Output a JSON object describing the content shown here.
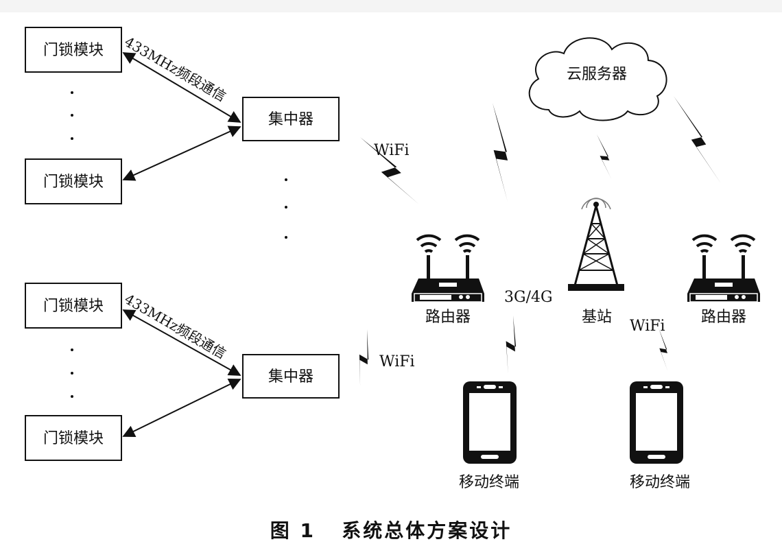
{
  "diagram": {
    "lock_module": "门锁模块",
    "link_433": "433MHz频段通信",
    "concentrator": "集中器",
    "router": "路由器",
    "cloud": "云服务器",
    "base_station": "基站",
    "mobile": "移动终端",
    "wifi": "WiFi",
    "cellular": "3G/4G"
  },
  "caption": {
    "figure_no": "图 1",
    "title": "系统总体方案设计"
  }
}
